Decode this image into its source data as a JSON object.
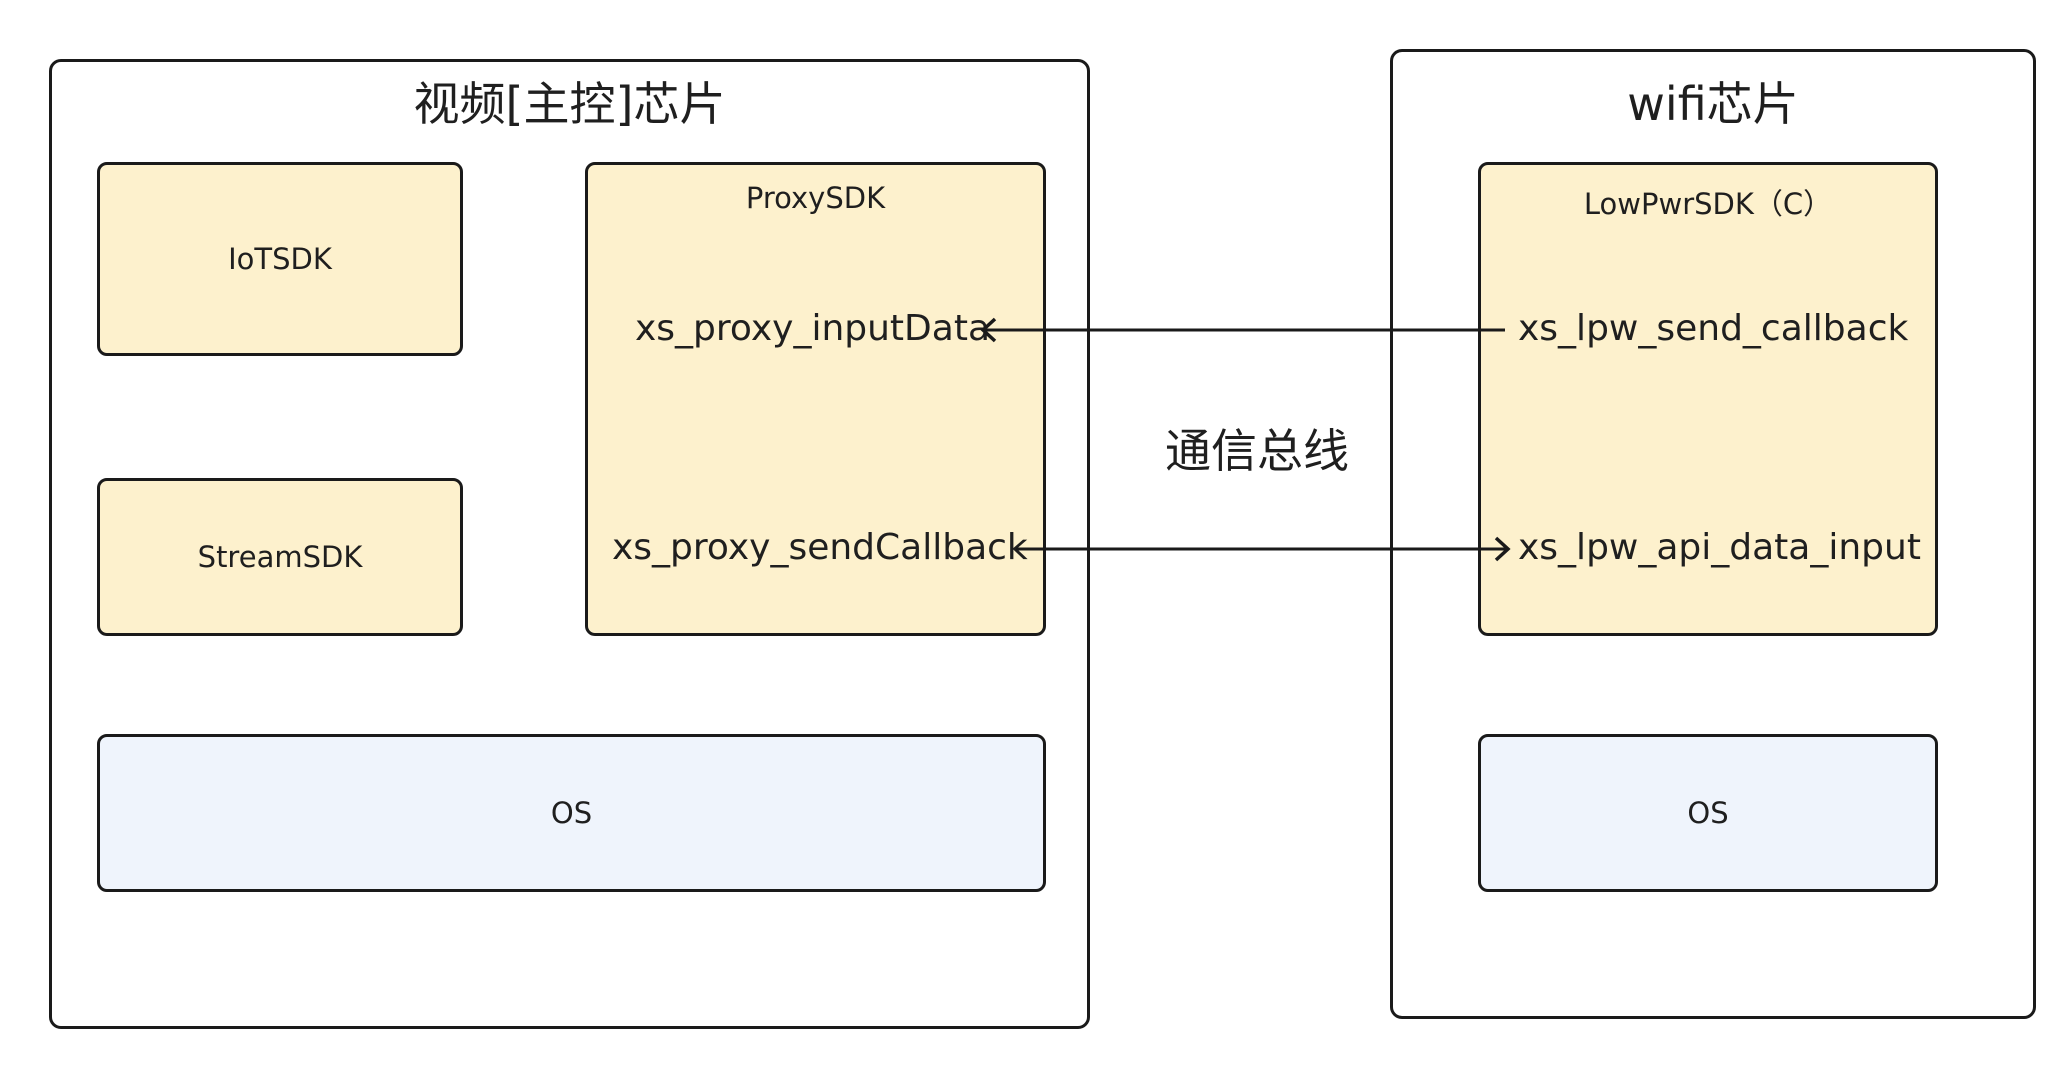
{
  "video_chip": {
    "title": "视频[主控]芯片",
    "iotsdk": "IoTSDK",
    "streamsdk": "StreamSDK",
    "proxysdk": {
      "title": "ProxySDK",
      "input_fn": "xs_proxy_inputData",
      "send_fn": "xs_proxy_sendCallback"
    },
    "os": "OS"
  },
  "wifi_chip": {
    "title": "wifi芯片",
    "lowpwrsdk": {
      "title": "LowPwrSDK（C）",
      "callback_fn": "xs_lpw_send_callback",
      "input_fn": "xs_lpw_api_data_input"
    },
    "os": "OS"
  },
  "bus": {
    "label": "通信总线"
  },
  "colors": {
    "sdk_fill": "#fdf1cd",
    "os_fill": "#eff4fc",
    "stroke": "#1a1a1a"
  }
}
